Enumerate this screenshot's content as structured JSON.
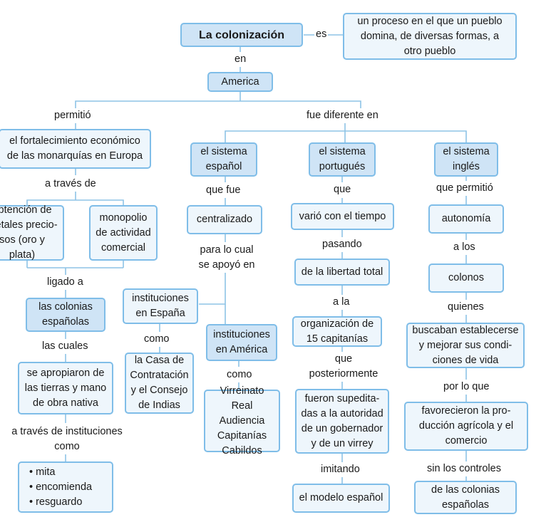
{
  "nodes": {
    "root": "La colonización",
    "definition": "un proceso en el que un pueblo\ndomina, de diversas formas, a\notro pueblo",
    "america": "America",
    "fortalecimiento": "el fortalecimiento económico\nde las monarquías en Europa",
    "obtencion": "obtención de\nmetales precio-\nsos (oro y plata)",
    "monopolio": "monopolio\nde actividad\ncomercial",
    "colonias_espanolas": "las colonias\nespañolas",
    "apropiaron": "se apropiaron de\nlas tierras y mano\nde obra nativa",
    "instituciones_lista": "• mita\n• encomienda\n• resguardo",
    "sistema_espanol": "el sistema\nespañol",
    "centralizado": "centralizado",
    "instituciones_espana": "instituciones\nen España",
    "casa_contratacion": "la Casa de\nContratación\ny el Consejo\nde Indias",
    "instituciones_america": "instituciones\nen América",
    "virreinato": "Virreinato\nReal Audiencia\nCapitanías\nCabildos",
    "sistema_portugues": "el sistema\nportugués",
    "vario": "varió con el tiempo",
    "libertad": "de la libertad total",
    "organizacion": "organización de\n15 capitanías",
    "supeditadas": "fueron supedita-\ndas a la autoridad\nde un gobernador\ny de un virrey",
    "modelo_espanol": "el modelo español",
    "sistema_ingles": "el sistema\ninglés",
    "autonomia": "autonomía",
    "colonos": "colonos",
    "buscaban": "buscaban establecerse\ny mejorar sus condi-\nciones de vida",
    "favorecieron": "favorecieron la pro-\nducción agrícola y el\ncomercio",
    "controles": "de las colonias\nespañolas"
  },
  "links": {
    "es": "es",
    "en": "en",
    "permitio": "permitió",
    "fue_diferente": "fue diferente en",
    "a_traves_de": "a través de",
    "ligado_a": "ligado a",
    "las_cuales": "las cuales",
    "a_traves_instituciones": "a través de instituciones\ncomo",
    "que_fue": "que fue",
    "para_lo_cual": "para lo cual\nse apoyó en",
    "como_1": "como",
    "como_2": "como",
    "que": "que",
    "pasando": "pasando",
    "a_la": "a la",
    "que_posteriormente": "que\nposteriormente",
    "imitando": "imitando",
    "que_permitio": "que permitió",
    "a_los": "a los",
    "quienes": "quienes",
    "por_lo_que": "por lo que",
    "sin_los_controles": "sin los controles"
  }
}
